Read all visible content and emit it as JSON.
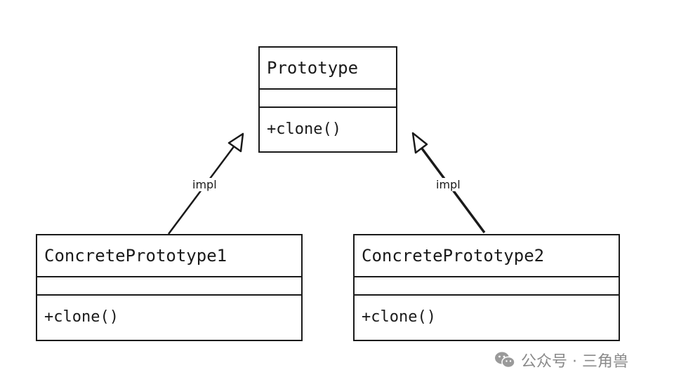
{
  "classes": {
    "prototype": {
      "name": "Prototype",
      "operation": "+clone()"
    },
    "concrete1": {
      "name": "ConcretePrototype1",
      "operation": "+clone()"
    },
    "concrete2": {
      "name": "ConcretePrototype2",
      "operation": "+clone()"
    }
  },
  "edges": {
    "left": {
      "label": "impl"
    },
    "right": {
      "label": "impl"
    }
  },
  "watermark": {
    "text": "公众号 · 三角兽",
    "icon": "wechat-icon"
  }
}
